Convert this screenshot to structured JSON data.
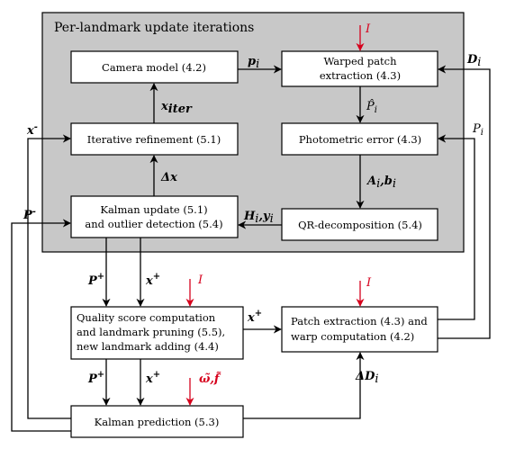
{
  "region": {
    "title": "Per-landmark update iterations"
  },
  "boxes": {
    "camera_model": "Camera model (4.2)",
    "warped_patch_1": "Warped patch",
    "warped_patch_2": "extraction (4.3)",
    "iterative_refinement": "Iterative refinement (5.1)",
    "photometric_error": "Photometric error (4.3)",
    "kalman_update_1": "Kalman update (5.1)",
    "kalman_update_2": "and outlier detection (5.4)",
    "qr_decomposition": "QR-decomposition (5.4)",
    "quality_1": "Quality score computation",
    "quality_2": "and landmark pruning (5.5),",
    "quality_3": "new landmark adding (4.4)",
    "patch_extraction_1": "Patch extraction (4.3) and",
    "patch_extraction_2": "warp computation (4.2)",
    "kalman_prediction": "Kalman prediction (5.3)"
  },
  "labels": {
    "I": "I",
    "p_i": "p",
    "p_i_sub": "i",
    "D_i": "D",
    "D_i_sub": "i",
    "x_iter": "x",
    "x_iter_sub": "iter",
    "P_hat": "P̂",
    "P_hat_sub": "i",
    "P_i": "P",
    "P_i_sub": "i",
    "x_minus": "x",
    "minus": "-",
    "P_minus": "P",
    "delta_x": "Δx",
    "A_b": "A",
    "A_sub": "i",
    "b": ",b",
    "b_sub": "i",
    "H_y": "H",
    "H_sub": "i",
    "y": ",y",
    "y_sub": "i",
    "P_plus": "P",
    "x_plus": "x",
    "plus": "+",
    "delta_D": "ΔD",
    "delta_D_sub": "i",
    "omega_f": "ω̃,f̃"
  },
  "colors": {
    "accent": "#d6001c",
    "region_fill": "#c8c8c8"
  }
}
